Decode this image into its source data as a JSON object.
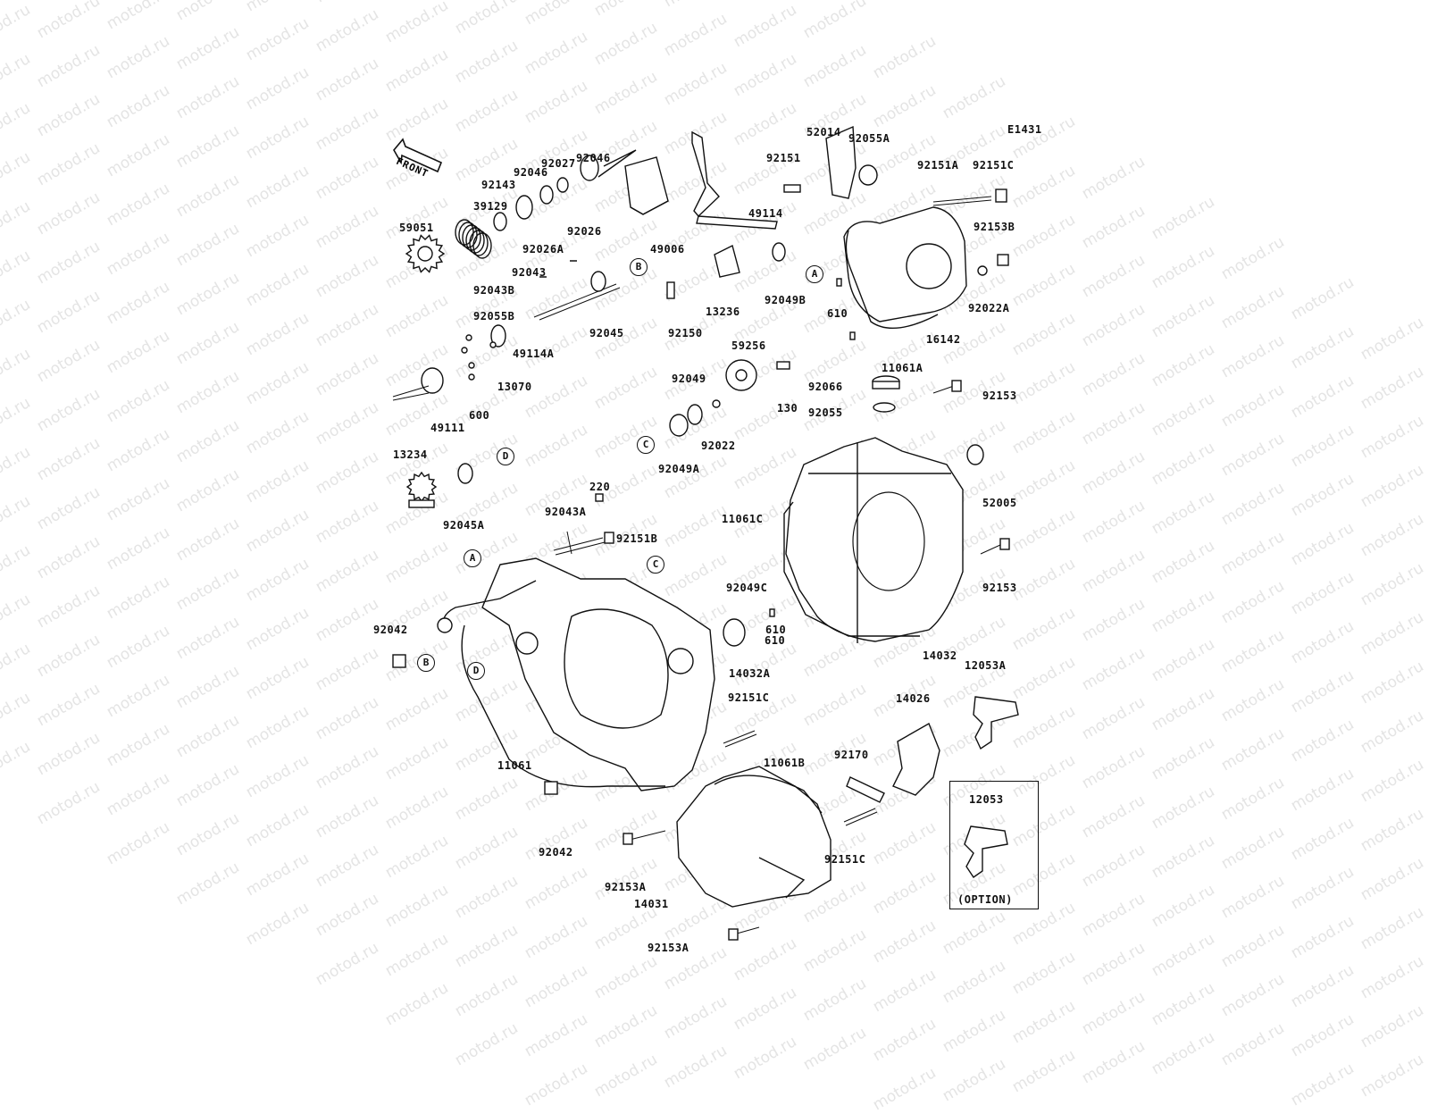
{
  "watermark": "motod.ru",
  "diagram_code": "E1431",
  "front_label": "FRONT",
  "option_label": "(OPTION)",
  "refs": [
    "A",
    "B",
    "C",
    "D"
  ],
  "part_numbers": [
    "92046",
    "92027",
    "92143",
    "92046",
    "39129",
    "59051",
    "92026A",
    "92026",
    "49006",
    "92043",
    "92043B",
    "92045",
    "49114",
    "13236",
    "92150",
    "92055B",
    "49114A",
    "13070",
    "600",
    "49111",
    "52014",
    "92055A",
    "92151",
    "92049B",
    "610",
    "11061A",
    "16142",
    "92022A",
    "92151A",
    "92151C",
    "92153B",
    "59256",
    "130",
    "92049",
    "92022",
    "92049A",
    "92066",
    "92055",
    "92153",
    "52005",
    "13234",
    "92045A",
    "220",
    "92043A",
    "92151B",
    "11061C",
    "92153",
    "610",
    "92049C",
    "14032",
    "92042",
    "14032A",
    "92151C",
    "11061",
    "92042",
    "12053A",
    "14026",
    "11061B",
    "92170",
    "92151C",
    "12053",
    "92153A",
    "14031",
    "92153A",
    "610"
  ]
}
